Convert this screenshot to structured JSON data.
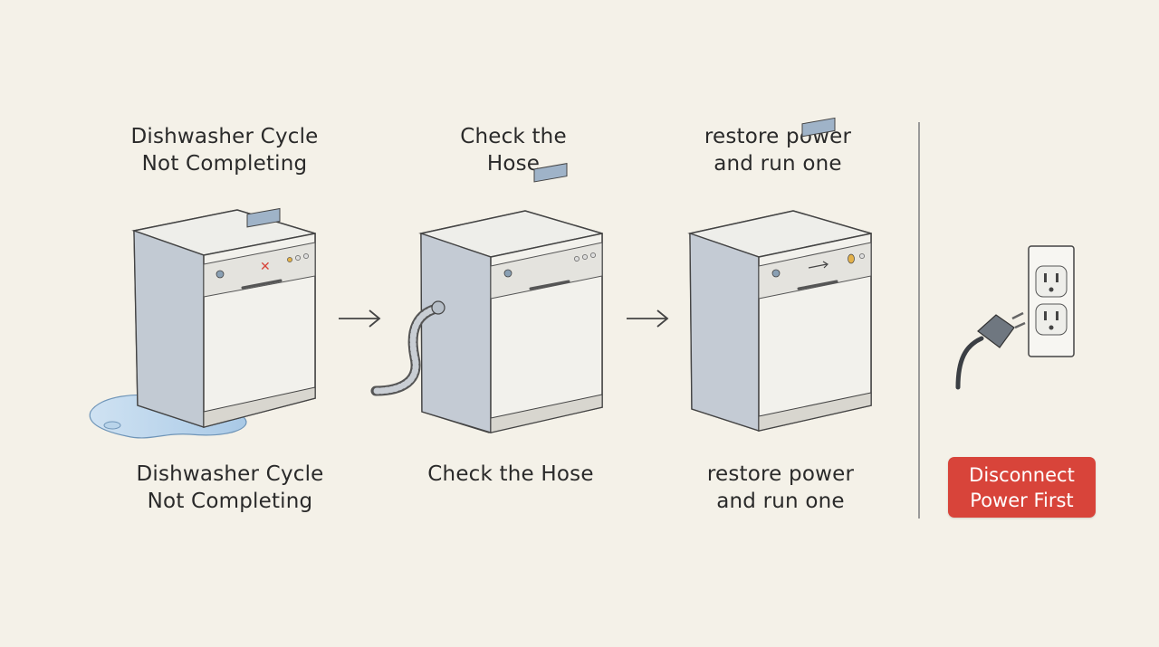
{
  "steps": [
    {
      "top_label": "Dishwasher Cycle\nNot Completing",
      "bottom_label": "Dishwasher Cycle\nNot Completing",
      "illustration": "dishwasher-leak"
    },
    {
      "top_label": "Check the\nHose",
      "bottom_label": "Check the Hose",
      "illustration": "dishwasher-hose"
    },
    {
      "top_label": "restore power\nand run one",
      "bottom_label": "restore power\nand run one",
      "illustration": "dishwasher-running"
    }
  ],
  "warning": {
    "label": "Disconnect\nPower First",
    "illustration": "wall-outlet-plug",
    "color": "#d8443a"
  },
  "arrows": [
    "arrow-right-icon",
    "arrow-right-icon"
  ]
}
